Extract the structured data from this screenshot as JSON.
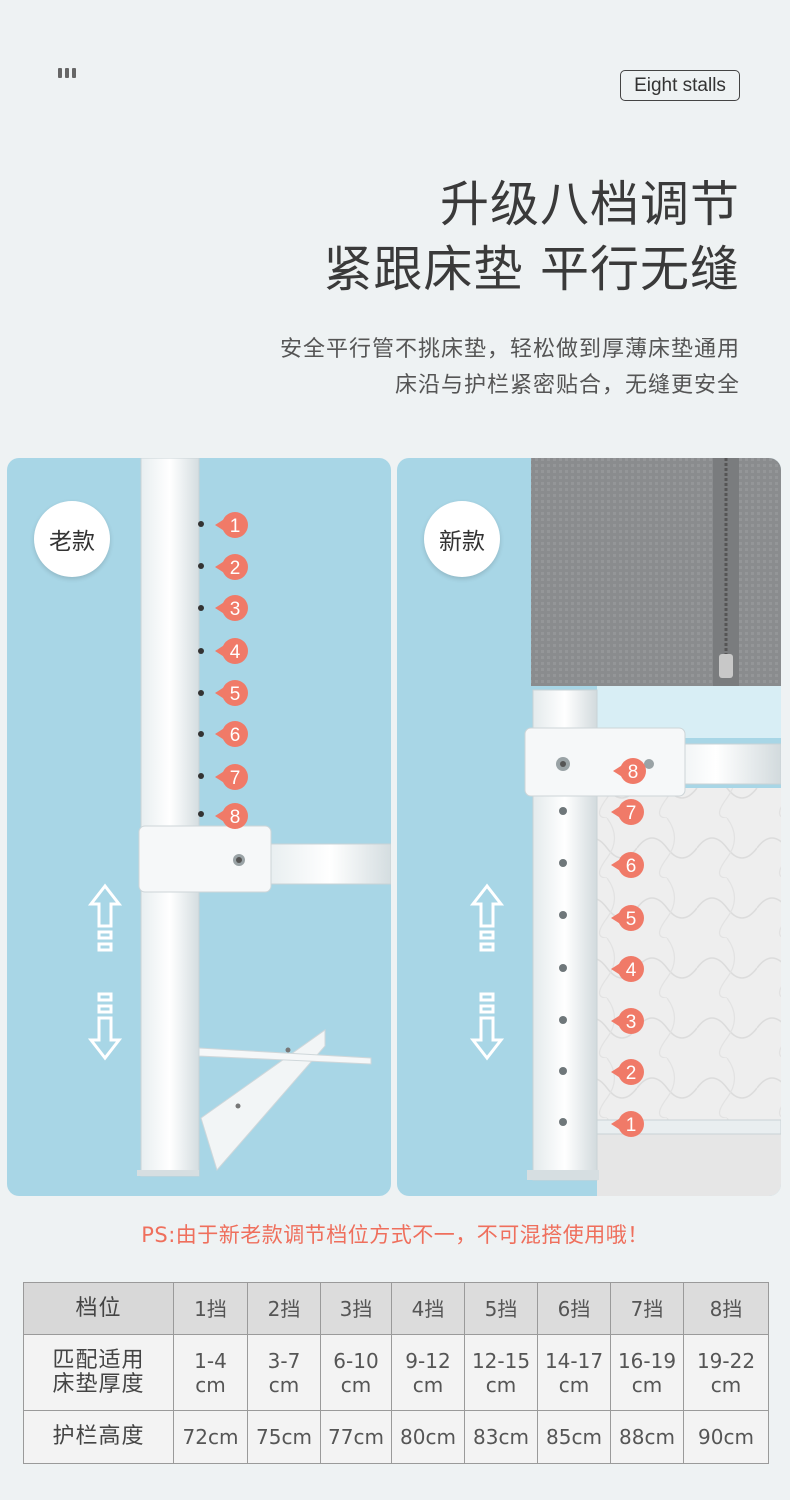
{
  "header": {
    "tag": "Eight stalls",
    "title_line1": "升级八档调节",
    "title_line2": "紧跟床垫 平行无缝",
    "subtitle_line1": "安全平行管不挑床垫，轻松做到厚薄床垫通用",
    "subtitle_line2": "床沿与护栏紧密贴合，无缝更安全"
  },
  "left_panel": {
    "badge": "老款",
    "markers": [
      "1",
      "2",
      "3",
      "4",
      "5",
      "6",
      "7",
      "8"
    ]
  },
  "right_panel": {
    "badge": "新款",
    "markers": [
      "8",
      "7",
      "6",
      "5",
      "4",
      "3",
      "2",
      "1"
    ]
  },
  "note": "PS:由于新老款调节档位方式不一，不可混搭使用哦！",
  "table": {
    "row_labels": [
      "档位",
      "匹配适用床垫厚度",
      "护栏高度"
    ],
    "row1_label_a": "匹配适用",
    "row1_label_b": "床垫厚度",
    "gears": [
      "1挡",
      "2挡",
      "3挡",
      "4挡",
      "5挡",
      "6挡",
      "7挡",
      "8挡"
    ],
    "thickness": [
      [
        "1-4",
        "cm"
      ],
      [
        "3-7",
        "cm"
      ],
      [
        "6-10",
        "cm"
      ],
      [
        "9-12",
        "cm"
      ],
      [
        "12-15",
        "cm"
      ],
      [
        "14-17",
        "cm"
      ],
      [
        "16-19",
        "cm"
      ],
      [
        "19-22",
        "cm"
      ]
    ],
    "heights": [
      "72cm",
      "75cm",
      "77cm",
      "80cm",
      "83cm",
      "85cm",
      "88cm",
      "90cm"
    ]
  },
  "colors": {
    "accent": "#ef6f5c",
    "marker": "#f07a68",
    "panel_bg": "#a8d6e6"
  }
}
